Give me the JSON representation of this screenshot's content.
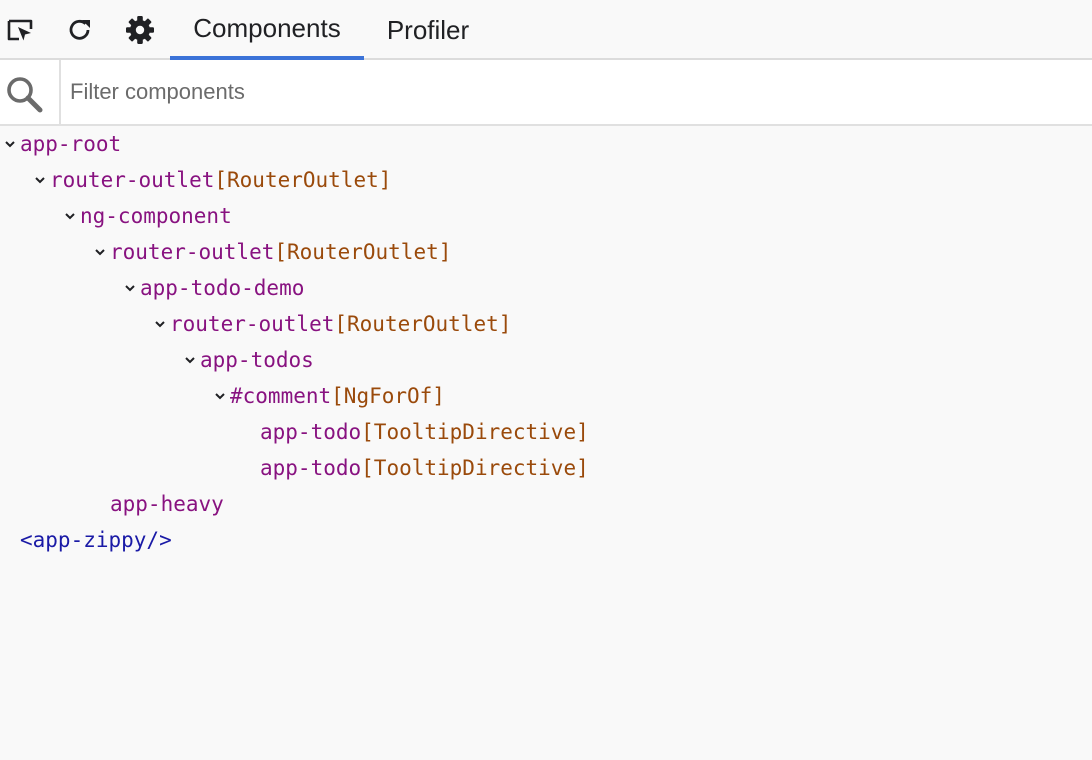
{
  "toolbar": {
    "icons": [
      "inspect-element-icon",
      "refresh-icon",
      "settings-gear-icon"
    ],
    "tabs": [
      {
        "label": "Components",
        "active": true
      },
      {
        "label": "Profiler",
        "active": false
      }
    ],
    "accent_color": "#3b73d8"
  },
  "search": {
    "placeholder": "Filter components",
    "value": ""
  },
  "tree": {
    "colors": {
      "component": "#881280",
      "directive": "#9a4a0b",
      "element": "#1a1aa6"
    },
    "nodes": [
      {
        "name": "app-root",
        "directive": "",
        "depth": 0,
        "expanded": true
      },
      {
        "name": "router-outlet",
        "directive": "[RouterOutlet]",
        "depth": 1,
        "expanded": true
      },
      {
        "name": "ng-component",
        "directive": "",
        "depth": 2,
        "expanded": true
      },
      {
        "name": "router-outlet",
        "directive": "[RouterOutlet]",
        "depth": 3,
        "expanded": true
      },
      {
        "name": "app-todo-demo",
        "directive": "",
        "depth": 4,
        "expanded": true
      },
      {
        "name": "router-outlet",
        "directive": "[RouterOutlet]",
        "depth": 5,
        "expanded": true
      },
      {
        "name": "app-todos",
        "directive": "",
        "depth": 6,
        "expanded": true
      },
      {
        "name": "#comment",
        "directive": "[NgForOf]",
        "depth": 7,
        "expanded": true
      },
      {
        "name": "app-todo",
        "directive": "[TooltipDirective]",
        "depth": 8,
        "expanded": false
      },
      {
        "name": "app-todo",
        "directive": "[TooltipDirective]",
        "depth": 8,
        "expanded": false
      },
      {
        "name": "app-heavy",
        "directive": "",
        "depth": 3,
        "expanded": false
      },
      {
        "name": "<app-zippy/>",
        "directive": "",
        "depth": 0,
        "expanded": false
      }
    ]
  }
}
